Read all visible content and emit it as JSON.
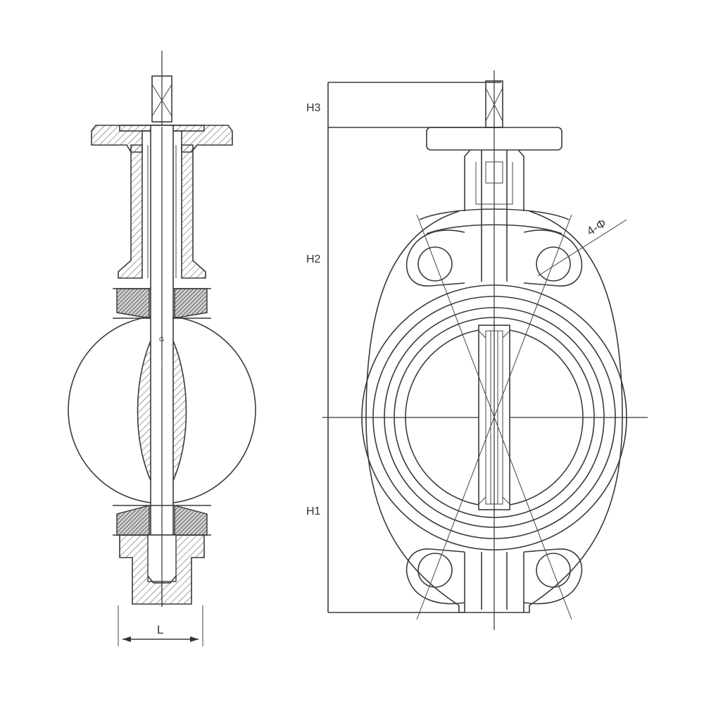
{
  "labels": {
    "width": "L",
    "height_top": "H3",
    "height_mid": "H2",
    "height_low": "H1",
    "bolt_holes": "4-Φ",
    "disc_mark": "G"
  },
  "colors": {
    "line": "#3a3a3a",
    "background": "#ffffff"
  }
}
